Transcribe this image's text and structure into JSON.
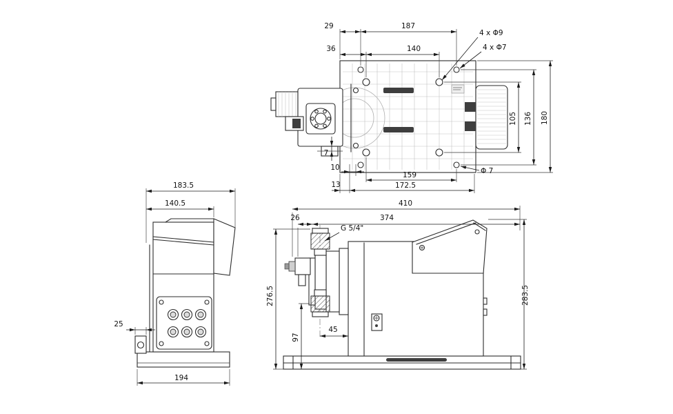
{
  "top_view": {
    "dims": {
      "d29": "29",
      "d187": "187",
      "d36": "36",
      "d140": "140",
      "holes_d9": "4 x Φ9",
      "holes_d7": "4 x Φ7",
      "d105": "105",
      "d136": "136",
      "d180": "180",
      "d7": "7",
      "d10": "10",
      "d159": "159",
      "d13": "13",
      "d172_5": "172.5",
      "dia_7": "Φ 7"
    }
  },
  "front_view": {
    "dims": {
      "d183_5": "183.5",
      "d140_5": "140.5",
      "d25": "25",
      "d194": "194"
    }
  },
  "side_view": {
    "dims": {
      "d410": "410",
      "d26": "26",
      "d374": "374",
      "thread": "G 5/4\"",
      "d276_5": "276.5",
      "d283_5": "283.5",
      "d97": "97",
      "d45": "45"
    }
  }
}
